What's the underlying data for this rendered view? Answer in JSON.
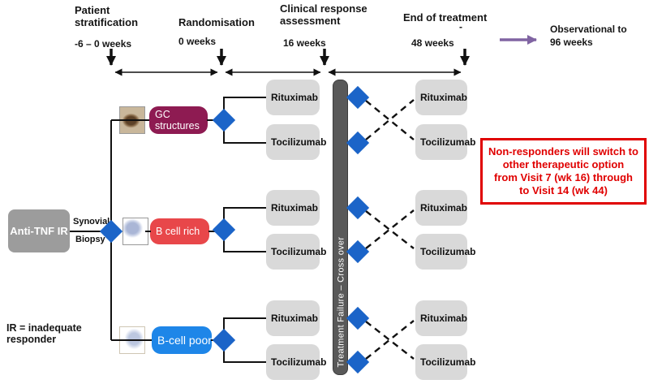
{
  "timeline": {
    "phases": [
      {
        "label": "Patient\nstratification",
        "weeks": "-6 – 0 weeks"
      },
      {
        "label": "Randomisation",
        "weeks": "0 weeks"
      },
      {
        "label": "Clinical response\nassessment",
        "weeks": "16 weeks"
      },
      {
        "label": "End of treatment",
        "sub": "-",
        "weeks": "48 weeks"
      }
    ],
    "observational": "Observational to\n96 weeks"
  },
  "entry": {
    "label": "Anti-TNF IR",
    "biopsy_line1": "Synovial",
    "biopsy_line2": "Biopsy"
  },
  "branches": [
    {
      "label": "GC\nstructures",
      "color": "#8E1B52",
      "initial": [
        "Rituximab",
        "Tocilizumab"
      ],
      "crossover": [
        "Rituximab",
        "Tocilizumab"
      ]
    },
    {
      "label": "B cell rich",
      "color": "#E8474A",
      "initial": [
        "Rituximab",
        "Tocilizumab"
      ],
      "crossover": [
        "Rituximab",
        "Tocilizumab"
      ]
    },
    {
      "label": "B-cell poor",
      "color": "#1E86E8",
      "initial": [
        "Rituximab",
        "Tocilizumab"
      ],
      "crossover": [
        "Rituximab",
        "Tocilizumab"
      ]
    }
  ],
  "crossover_bar": {
    "label": "Treatment Failure – Cross over"
  },
  "note": {
    "text": "Non-responders will switch to\nother therapeutic option\nfrom Visit 7 (wk 16) through\nto Visit 14 (wk 44)"
  },
  "legend": "IR = inadequate\nresponder",
  "colors": {
    "diamond": "#1B64C8",
    "bar": "#595959",
    "treatment_box": "#D9D9D9",
    "entry_box": "#9C9C9C",
    "note_red": "#E00000",
    "purple_arrow": "#8064A2"
  }
}
